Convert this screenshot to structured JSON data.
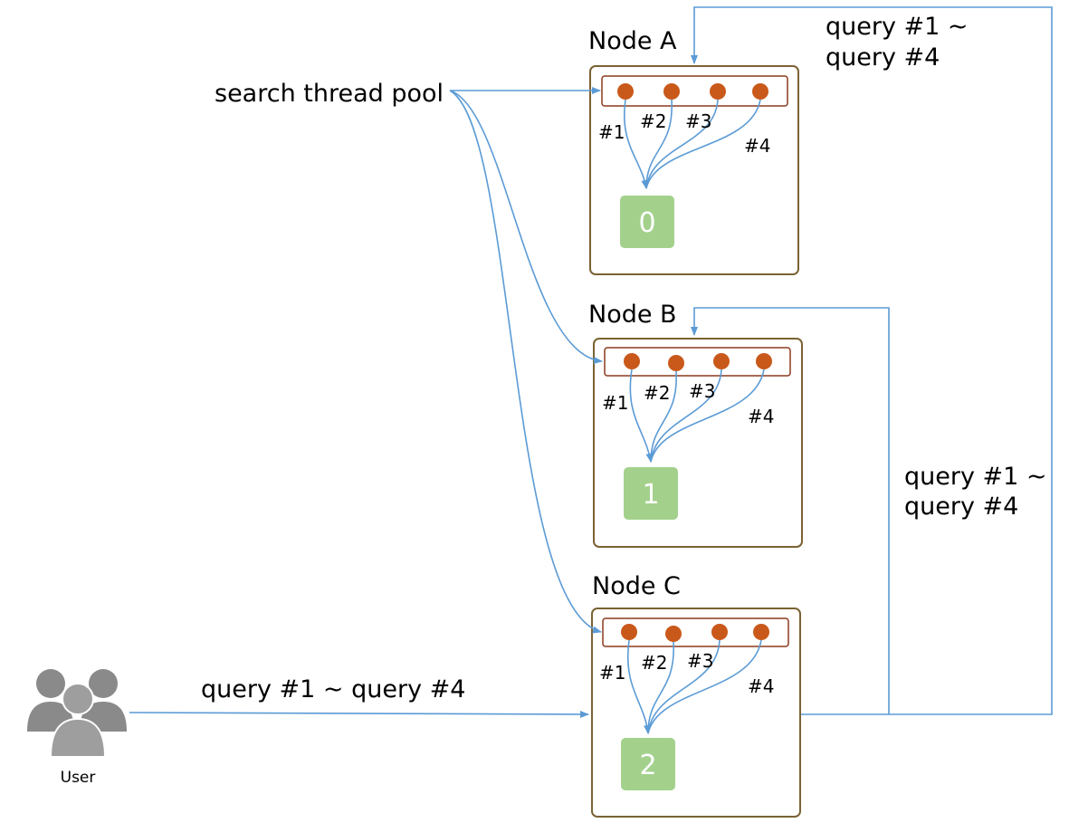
{
  "labels": {
    "search_thread_pool": "search thread pool",
    "query_top_right_line1": "query #1 ~",
    "query_top_right_line2": "query #4",
    "query_mid_right_line1": "query #1 ~",
    "query_mid_right_line2": "query #4",
    "query_user": "query #1 ~ query #4",
    "user": "User"
  },
  "nodes": [
    {
      "name": "Node A",
      "shard": "0",
      "threads": [
        "#1",
        "#2",
        "#3",
        "#4"
      ]
    },
    {
      "name": "Node B",
      "shard": "1",
      "threads": [
        "#1",
        "#2",
        "#3",
        "#4"
      ]
    },
    {
      "name": "Node C",
      "shard": "2",
      "threads": [
        "#1",
        "#2",
        "#3",
        "#4"
      ]
    }
  ],
  "colors": {
    "arrow": "#5b9bd5",
    "thread_dot": "#c9591a",
    "shard_fill": "#a3d18c",
    "node_border": "#7a6234",
    "pool_border": "#8b3a1e",
    "user_icon": "#8a8a8a"
  }
}
